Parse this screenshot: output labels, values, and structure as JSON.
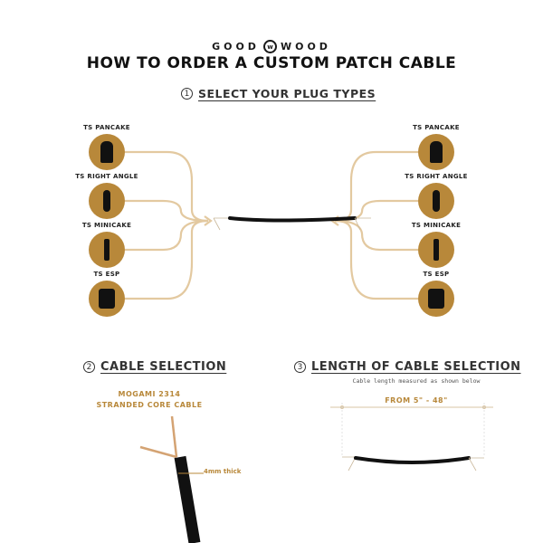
{
  "brand": {
    "left": "GOOD",
    "right": "WOOD",
    "logo_icon": "goodwood-logo-icon"
  },
  "title": "HOW TO ORDER A CUSTOM PATCH CABLE",
  "steps": [
    {
      "num": "1",
      "label": "SELECT YOUR PLUG TYPES"
    },
    {
      "num": "2",
      "label": "CABLE SELECTION"
    },
    {
      "num": "3",
      "label": "LENGTH OF CABLE SELECTION"
    }
  ],
  "plugs_left": [
    {
      "label": "TS PANCAKE"
    },
    {
      "label": "TS RIGHT ANGLE"
    },
    {
      "label": "TS MINICAKE"
    },
    {
      "label": "TS ESP"
    }
  ],
  "plugs_right": [
    {
      "label": "TS PANCAKE"
    },
    {
      "label": "TS RIGHT ANGLE"
    },
    {
      "label": "TS MINICAKE"
    },
    {
      "label": "TS ESP"
    }
  ],
  "cable": {
    "line1": "MOGAMI 2314",
    "line2": "STRANDED CORE CABLE",
    "thickness": "4mm thick"
  },
  "length": {
    "note": "Cable length measured as shown below",
    "range": "FROM 5\" - 48\""
  },
  "colors": {
    "gold": "#b8883a",
    "line": "#e3c9a0",
    "text": "#111111"
  }
}
